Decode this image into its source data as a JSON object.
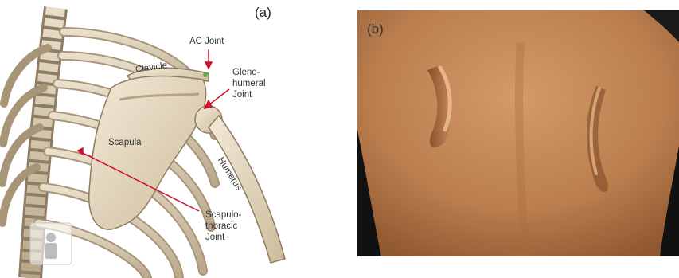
{
  "panel_a": {
    "label": "(a)",
    "labels": {
      "ac_joint": "AC Joint",
      "clavicle": "Clavicle",
      "glenohumeral": "Gleno-\nhumeral\nJoint",
      "scapula": "Scapula",
      "humerus": "Humerus",
      "scapulothoracic": "Scapulo-\nthoracic\nJoint"
    },
    "colors": {
      "bone": "#e8dcc6",
      "bone_shadow": "#bfae92",
      "pointer": "#d0112b",
      "background": "#ffffff"
    }
  },
  "panel_b": {
    "label": "(b)",
    "colors": {
      "skin": "#c58a5a",
      "skin_shadow": "#8a5530",
      "background": "#111111"
    }
  }
}
